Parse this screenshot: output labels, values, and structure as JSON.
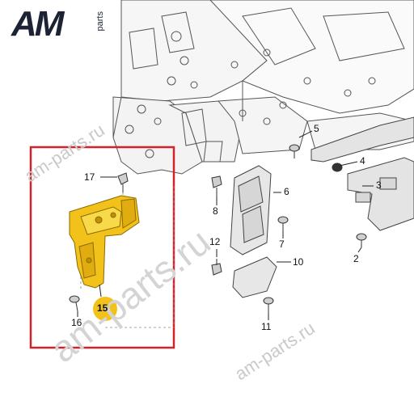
{
  "logo": {
    "main": "AM",
    "sub": "parts"
  },
  "watermark": {
    "text": "am-parts.ru"
  },
  "callouts": [
    {
      "id": "17",
      "label": "17"
    },
    {
      "id": "5",
      "label": "5"
    },
    {
      "id": "4",
      "label": "4"
    },
    {
      "id": "8",
      "label": "8"
    },
    {
      "id": "6",
      "label": "6"
    },
    {
      "id": "7",
      "label": "7"
    },
    {
      "id": "3",
      "label": "3"
    },
    {
      "id": "12",
      "label": "12"
    },
    {
      "id": "10",
      "label": "10"
    },
    {
      "id": "2",
      "label": "2"
    },
    {
      "id": "16",
      "label": "16"
    },
    {
      "id": "15",
      "label": "15"
    },
    {
      "id": "11",
      "label": "11"
    }
  ],
  "highlight": {
    "part": "15",
    "frame_color": "#d2232a",
    "part_color": "#f2c21a",
    "badge_color": "#f2c21a"
  }
}
